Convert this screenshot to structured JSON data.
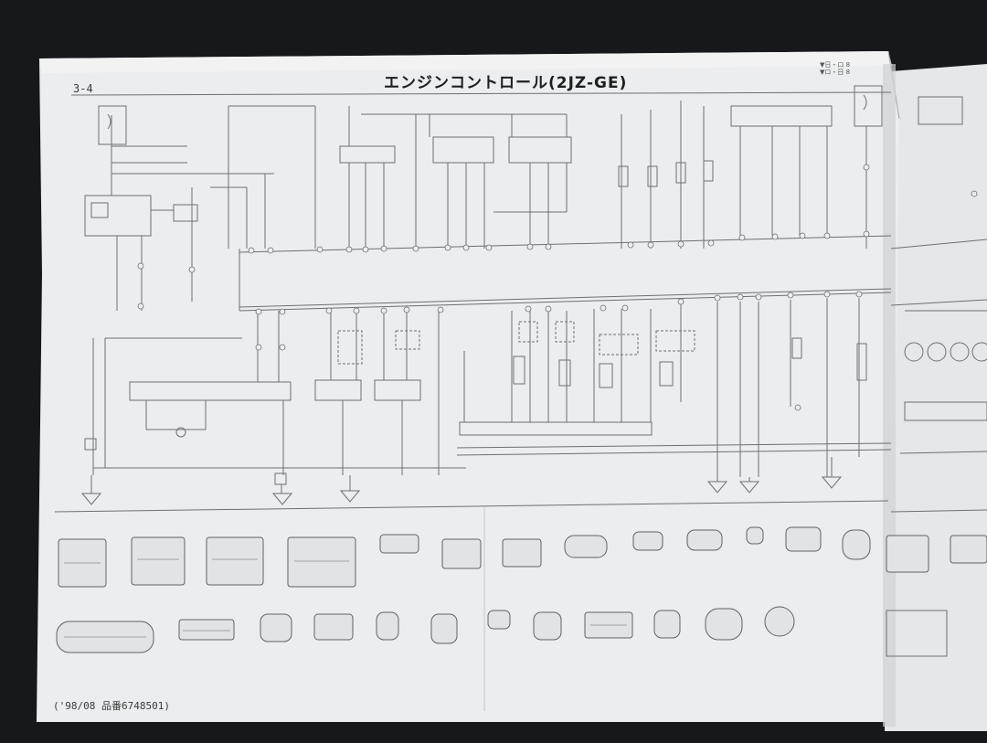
{
  "header": {
    "page_number": "3-4",
    "title": "エンジンコントロール(2JZ-GE)",
    "tag_a": "▼日・ロ 8",
    "tag_b": "▼ロ・日 8"
  },
  "footer": {
    "text": "('98/08 品番6748501)"
  },
  "colors": {
    "paper": "#ecedee",
    "ink": "#6c6f74",
    "title": "#1e1e1e",
    "background": "#16181b"
  }
}
